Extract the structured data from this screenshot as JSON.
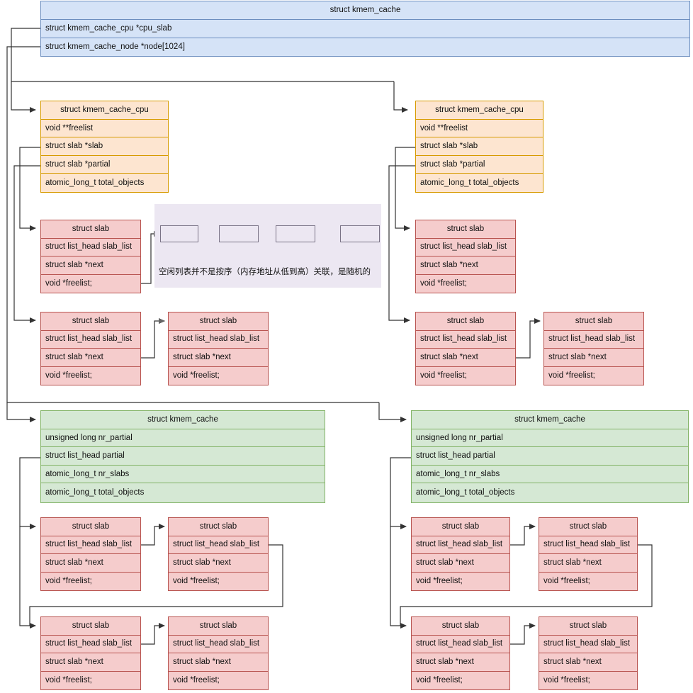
{
  "diagram": {
    "title": "SLUB allocator structures",
    "colors": {
      "kmem_cache_fill": "#d5e3f7",
      "kmem_cache_border": "#6c8ebf",
      "kmem_cache_cpu_fill": "#fde5d0",
      "kmem_cache_cpu_border": "#d79b00",
      "slab_fill": "#f5cccc",
      "slab_border": "#b85450",
      "kmem_cache_node_fill": "#d5e8d4",
      "kmem_cache_node_border": "#82b366",
      "freelist_panel_fill": "#ece7f2",
      "connector": "#333333"
    },
    "root": {
      "title": "struct kmem_cache",
      "fields": [
        "struct kmem_cache_cpu *cpu_slab",
        "struct kmem_cache_node *node[1024]"
      ]
    },
    "cpu_left": {
      "title": "struct kmem_cache_cpu",
      "fields": [
        "void **freelist",
        "struct slab *slab",
        "struct slab *partial",
        "atomic_long_t total_objects"
      ]
    },
    "cpu_right": {
      "title": "struct kmem_cache_cpu",
      "fields": [
        "void **freelist",
        "struct slab *slab",
        "struct slab *partial",
        "atomic_long_t total_objects"
      ]
    },
    "node_left": {
      "title": "struct kmem_cache",
      "fields": [
        "unsigned long nr_partial",
        "struct list_head partial",
        "atomic_long_t nr_slabs",
        "atomic_long_t total_objects"
      ]
    },
    "node_right": {
      "title": "struct kmem_cache",
      "fields": [
        "unsigned long nr_partial",
        "struct list_head partial",
        "atomic_long_t nr_slabs",
        "atomic_long_t total_objects"
      ]
    },
    "slab": {
      "title": "struct slab",
      "fields": [
        "struct list_head slab_list",
        "struct slab *next",
        "void *freelist;"
      ]
    },
    "slabs": {
      "cpu_left_active": {
        "title": "struct slab",
        "fields": [
          "struct list_head slab_list",
          "struct slab *next",
          "void *freelist;"
        ]
      },
      "cpu_left_partial_1": {
        "title": "struct slab",
        "fields": [
          "struct list_head slab_list",
          "struct slab *next",
          "void *freelist;"
        ]
      },
      "cpu_left_partial_2": {
        "title": "struct slab",
        "fields": [
          "struct list_head slab_list",
          "struct slab *next",
          "void *freelist;"
        ]
      },
      "cpu_right_active": {
        "title": "struct slab",
        "fields": [
          "struct list_head slab_list",
          "struct slab *next",
          "void *freelist;"
        ]
      },
      "cpu_right_partial_1": {
        "title": "struct slab",
        "fields": [
          "struct list_head slab_list",
          "struct slab *next",
          "void *freelist;"
        ]
      },
      "cpu_right_partial_2": {
        "title": "struct slab",
        "fields": [
          "struct list_head slab_list",
          "struct slab *next",
          "void *freelist;"
        ]
      },
      "node_left_a1": {
        "title": "struct slab",
        "fields": [
          "struct list_head slab_list",
          "struct slab *next",
          "void *freelist;"
        ]
      },
      "node_left_a2": {
        "title": "struct slab",
        "fields": [
          "struct list_head slab_list",
          "struct slab *next",
          "void *freelist;"
        ]
      },
      "node_left_b1": {
        "title": "struct slab",
        "fields": [
          "struct list_head slab_list",
          "struct slab *next",
          "void *freelist;"
        ]
      },
      "node_left_b2": {
        "title": "struct slab",
        "fields": [
          "struct list_head slab_list",
          "struct slab *next",
          "void *freelist;"
        ]
      },
      "node_right_a1": {
        "title": "struct slab",
        "fields": [
          "struct list_head slab_list",
          "struct slab *next",
          "void *freelist;"
        ]
      },
      "node_right_a2": {
        "title": "struct slab",
        "fields": [
          "struct list_head slab_list",
          "struct slab *next",
          "void *freelist;"
        ]
      },
      "node_right_b1": {
        "title": "struct slab",
        "fields": [
          "struct list_head slab_list",
          "struct slab *next",
          "void *freelist;"
        ]
      },
      "node_right_b2": {
        "title": "struct slab",
        "fields": [
          "struct list_head slab_list",
          "struct slab *next",
          "void *freelist;"
        ]
      }
    },
    "freelist_panel": {
      "caption": "空闲列表并不是按序（内存地址从低到高）关联，是随机的",
      "node_count": 4
    }
  }
}
